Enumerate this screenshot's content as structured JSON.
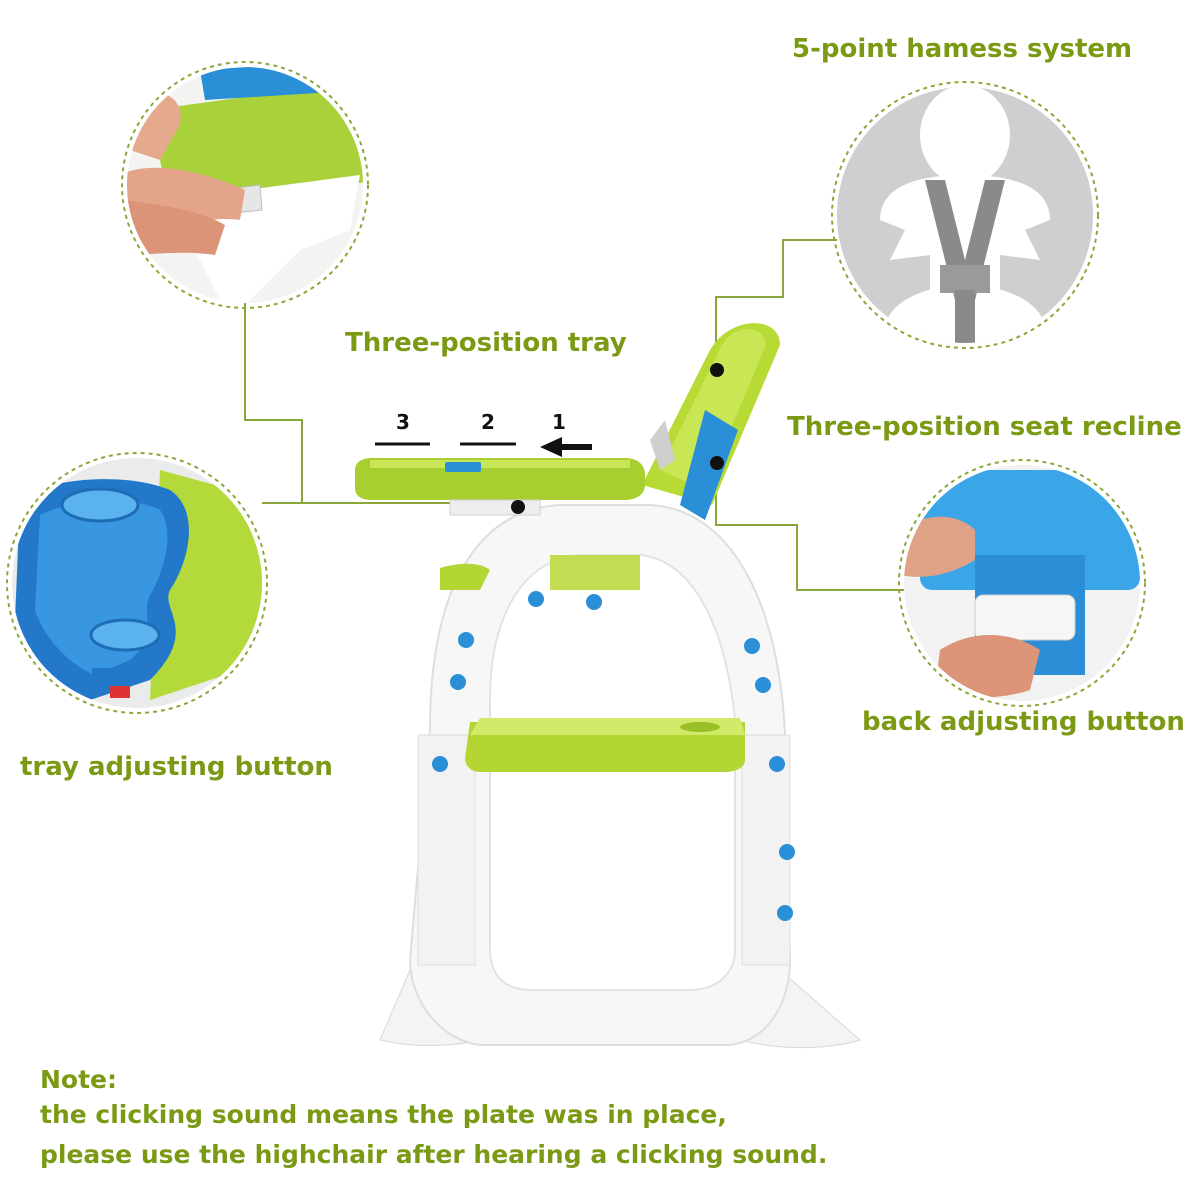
{
  "labels": {
    "harness": "5-point hamess system",
    "tray": "Three-position tray",
    "recline": "Three-position seat recline",
    "back_button": "back adjusting button",
    "tray_button": "tray adjusting button"
  },
  "positions": [
    "3",
    "2",
    "1"
  ],
  "note": {
    "title": "Note:",
    "line1": "the clicking sound means the plate was in place,",
    "line2": "please use the highchair after hearing a clicking sound."
  },
  "colors": {
    "accent_text": "#7a9a14",
    "callout_line": "#8aa83a",
    "chair_green": "#b6d63a",
    "chair_blue": "#2a8fd6"
  }
}
